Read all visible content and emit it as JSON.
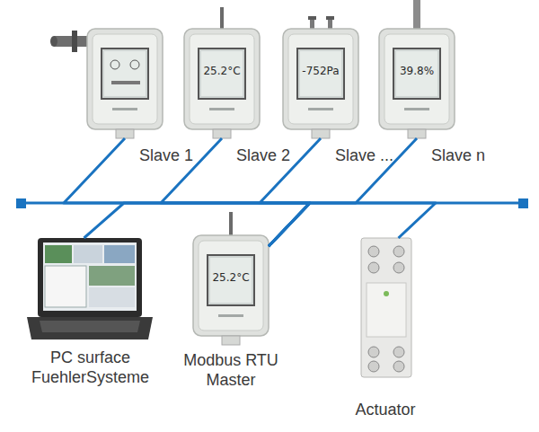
{
  "diagram": {
    "nodes": [
      {
        "text": [
          "Slave 1"
        ]
      },
      {
        "text": [
          "25.2°C",
          "Slave 2"
        ]
      },
      {
        "text": [
          "-752Pa",
          "Slave ..."
        ]
      },
      {
        "text": [
          "39.8%",
          "Slave n"
        ]
      },
      {
        "text": [
          "PC surface FuehlerSysteme"
        ]
      },
      {
        "text": [
          "25.2°C",
          "Modbus RTU Master"
        ]
      },
      {
        "text": [
          "Actuator"
        ]
      }
    ],
    "edges": [
      {
        "from": 5,
        "to": 0,
        "arrow": "none"
      },
      {
        "from": 5,
        "to": 1,
        "arrow": "none"
      },
      {
        "from": 5,
        "to": 2,
        "arrow": "none"
      },
      {
        "from": 5,
        "to": 3,
        "arrow": "none"
      },
      {
        "from": 5,
        "to": 4,
        "arrow": "none"
      },
      {
        "from": 5,
        "to": 6,
        "arrow": "none"
      }
    ]
  }
}
